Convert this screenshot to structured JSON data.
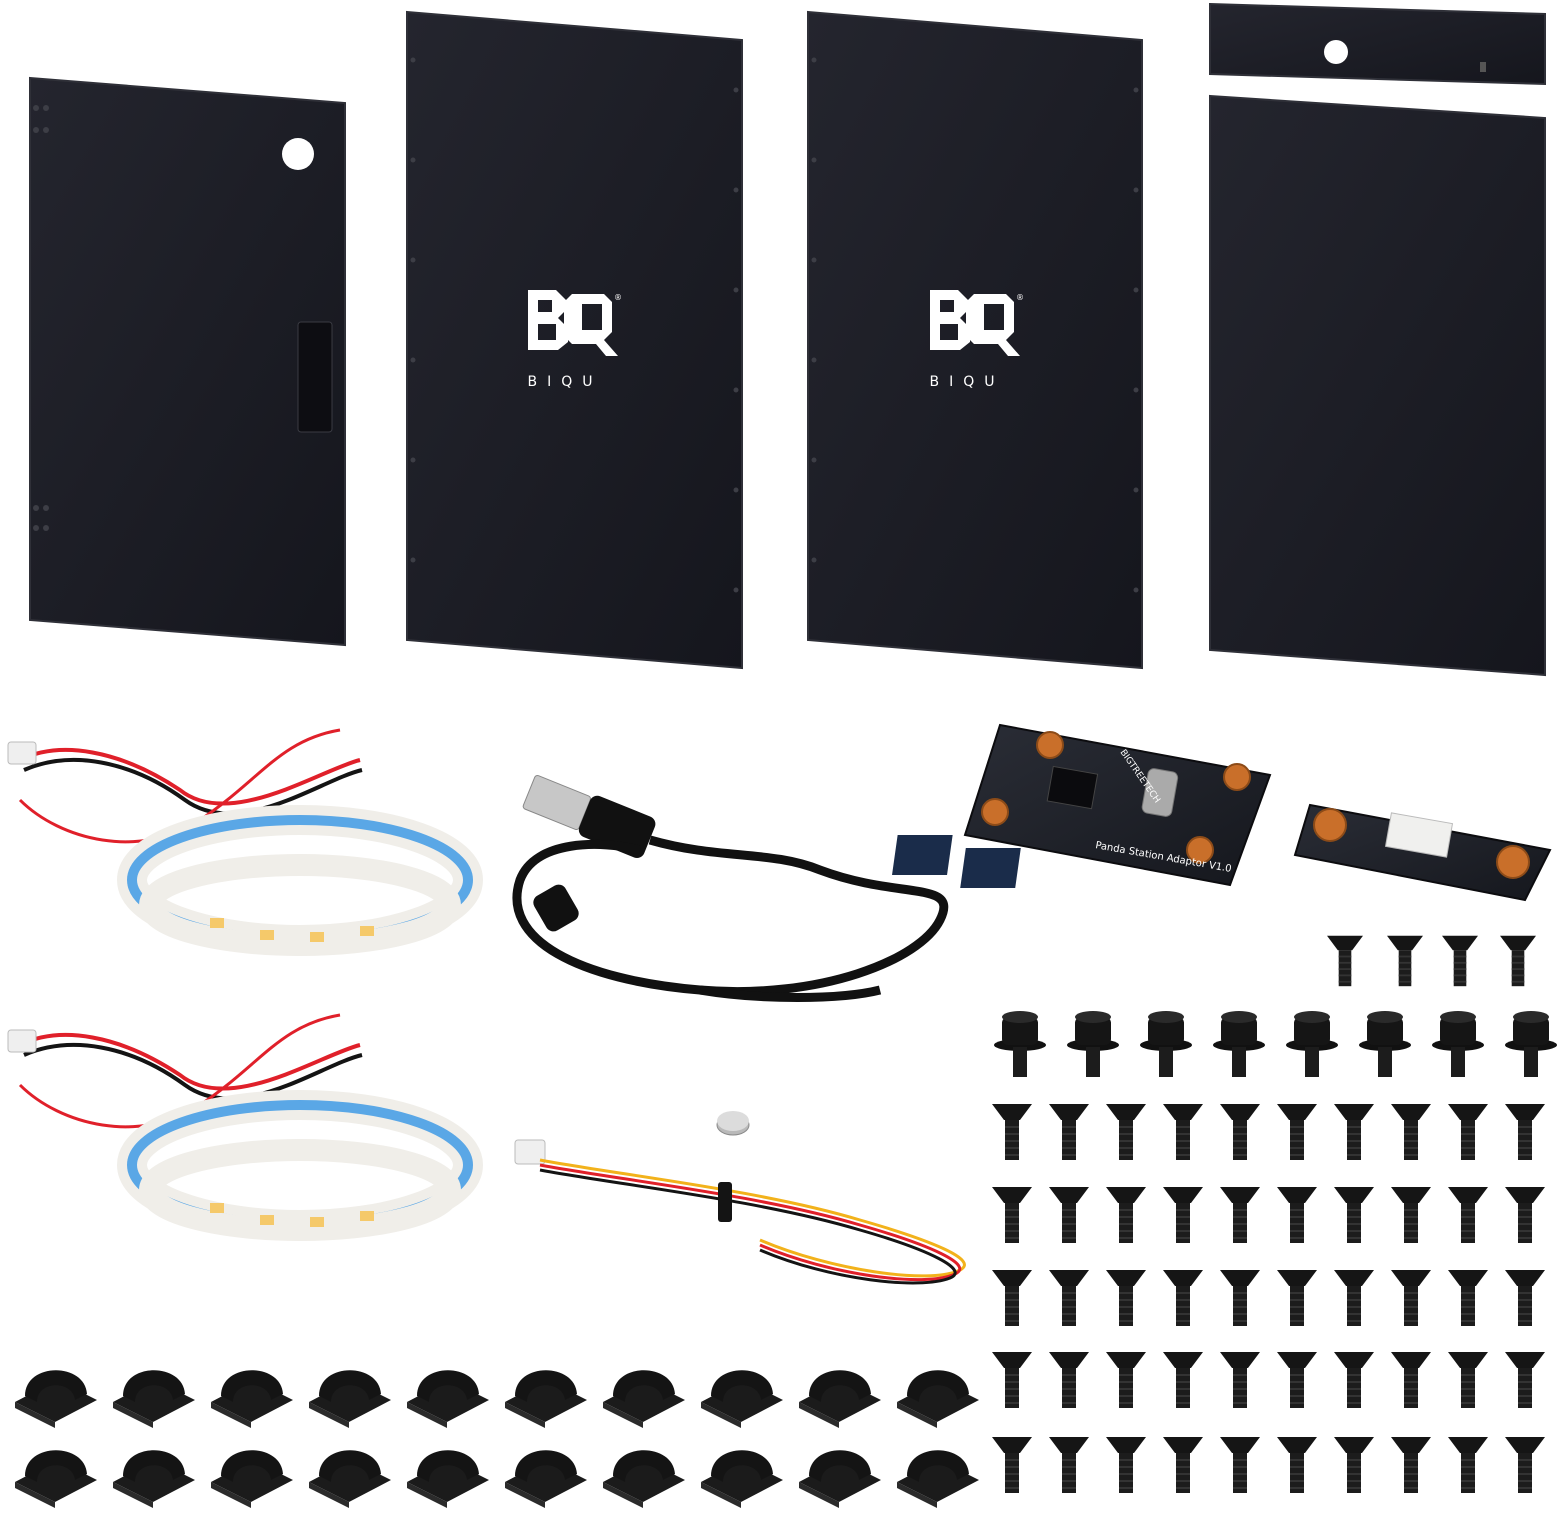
{
  "brand": {
    "logo_text": "BQ",
    "wordmark": "BIQU",
    "registered_mark": "®"
  },
  "pcb": {
    "main_board_label": "Panda Station Adaptor V1.0",
    "main_board_brand": "BIGTREETECH"
  },
  "colors": {
    "panel": "#1b1c24",
    "panel_edge": "#2b2c34",
    "led_strip_white": "#f0eee9",
    "led_strip_blue": "#5aa7e6",
    "wire_red": "#e0202a",
    "wire_black": "#141414",
    "wire_yellow": "#f2b21b",
    "copper": "#c96f2a"
  },
  "icons": {
    "logo": "bq-logo-icon",
    "magnet": "magnet-icon",
    "usb_cable": "usb-cable-icon",
    "led_strip": "led-strip-icon",
    "screw": "screw-icon",
    "cable_clip": "cable-clip-icon"
  }
}
